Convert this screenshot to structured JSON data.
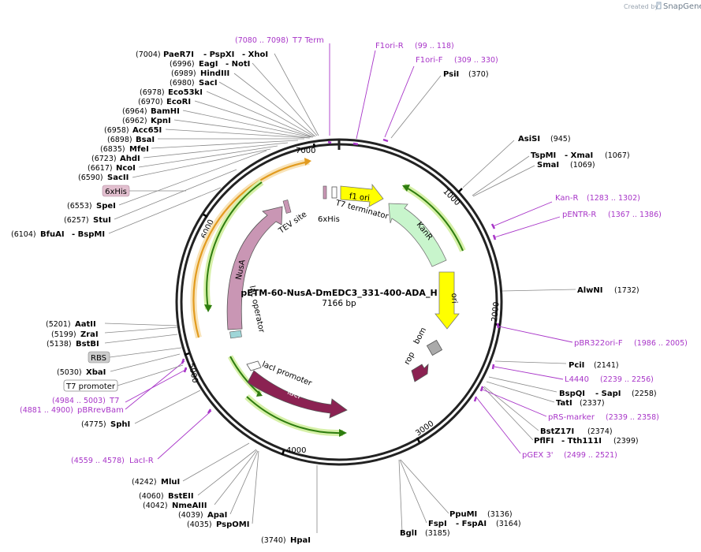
{
  "credit": {
    "created_by": "Created by",
    "brand": "SnapGene"
  },
  "plasmid": {
    "name": "pETM-60-NusA-DmEDC3_331-400-ADA_H",
    "length": "7166 bp"
  },
  "ticks": [
    {
      "label": "1000"
    },
    {
      "label": "2000"
    },
    {
      "label": "3000"
    },
    {
      "label": "4000"
    },
    {
      "label": "5000"
    },
    {
      "label": "6000"
    },
    {
      "label": "7000"
    }
  ],
  "features": {
    "f1_ori": "f1 ori",
    "kanr": "KanR",
    "ori": "ori",
    "rop": "rop",
    "bom": "bom",
    "laci": "lacI",
    "laci_promoter": "lacI promoter",
    "lac_operator": "lac operator",
    "nusa": "NusA",
    "tev_site": "TEV site",
    "his_6x": "6xHis",
    "t7_terminator": "T7 terminator"
  },
  "enzymes_left": [
    {
      "pos": "(7004)",
      "name": "PaeR7I",
      "alt": "- PspXI",
      "alt2": "- XhoI"
    },
    {
      "pos": "(6996)",
      "name": "EagI",
      "alt": "- NotI"
    },
    {
      "pos": "(6989)",
      "name": "HindIII"
    },
    {
      "pos": "(6980)",
      "name": "SacI"
    },
    {
      "pos": "(6978)",
      "name": "Eco53kI"
    },
    {
      "pos": "(6970)",
      "name": "EcoRI"
    },
    {
      "pos": "(6964)",
      "name": "BamHI"
    },
    {
      "pos": "(6962)",
      "name": "KpnI"
    },
    {
      "pos": "(6958)",
      "name": "Acc65I"
    },
    {
      "pos": "(6898)",
      "name": "BsaI"
    },
    {
      "pos": "(6835)",
      "name": "MfeI"
    },
    {
      "pos": "(6723)",
      "name": "AhdI"
    },
    {
      "pos": "(6617)",
      "name": "NcoI"
    },
    {
      "pos": "(6590)",
      "name": "SacII"
    },
    {
      "pos": "(6553)",
      "name": "SpeI"
    },
    {
      "pos": "(6257)",
      "name": "StuI"
    },
    {
      "pos": "(6104)",
      "name": "BfuAI",
      "alt": "- BspMI"
    },
    {
      "pos": "(5201)",
      "name": "AatII"
    },
    {
      "pos": "(5199)",
      "name": "ZraI"
    },
    {
      "pos": "(5138)",
      "name": "BstBI"
    },
    {
      "pos": "(5030)",
      "name": "XbaI"
    },
    {
      "pos": "(4775)",
      "name": "SphI"
    },
    {
      "pos": "(4242)",
      "name": "MluI"
    },
    {
      "pos": "(4060)",
      "name": "BstEII"
    },
    {
      "pos": "(4042)",
      "name": "NmeAIII"
    },
    {
      "pos": "(4039)",
      "name": "ApaI"
    },
    {
      "pos": "(4035)",
      "name": "PspOMI"
    },
    {
      "pos": "(3740)",
      "name": "HpaI"
    }
  ],
  "enzymes_right": [
    {
      "name": "PsiI",
      "pos": "(370)"
    },
    {
      "name": "AsiSI",
      "pos": "(945)"
    },
    {
      "name": "TspMI",
      "alt": "- XmaI",
      "pos": "(1067)"
    },
    {
      "name": "SmaI",
      "pos": "(1069)"
    },
    {
      "name": "AlwNI",
      "pos": "(1732)"
    },
    {
      "name": "PciI",
      "pos": "(2141)"
    },
    {
      "name": "BspQI",
      "alt": "- SapI",
      "pos": "(2258)"
    },
    {
      "name": "TatI",
      "pos": "(2337)"
    },
    {
      "name": "BstZ17I",
      "pos": "(2374)"
    },
    {
      "name": "PflFI",
      "alt": "- Tth111I",
      "pos": "(2399)"
    },
    {
      "name": "PpuMI",
      "pos": "(3136)"
    },
    {
      "name": "FspI",
      "alt": "- FspAI",
      "pos": "(3164)"
    },
    {
      "name": "BglI",
      "pos": "(3185)"
    }
  ],
  "primers": {
    "t7_term": {
      "pos": "(7080 .. 7098)",
      "name": "T7 Term"
    },
    "f1ori_r": {
      "name": "F1ori-R",
      "pos": "(99 .. 118)"
    },
    "f1ori_f": {
      "name": "F1ori-F",
      "pos": "(309 .. 330)"
    },
    "kan_r": {
      "name": "Kan-R",
      "pos": "(1283 .. 1302)"
    },
    "pentr_r": {
      "name": "pENTR-R",
      "pos": "(1367 .. 1386)"
    },
    "pbr322ori_f": {
      "name": "pBR322ori-F",
      "pos": "(1986 .. 2005)"
    },
    "l4440": {
      "name": "L4440",
      "pos": "(2239 .. 2256)"
    },
    "prs_marker": {
      "name": "pRS-marker",
      "pos": "(2339 .. 2358)"
    },
    "pgex3": {
      "name": "pGEX 3'",
      "pos": "(2499 .. 2521)"
    },
    "laci_r": {
      "pos": "(4559 .. 4578)",
      "name": "LacI-R"
    },
    "t7": {
      "pos": "(4984 .. 5003)",
      "name": "T7"
    },
    "pbrrevbam": {
      "pos": "(4881 .. 4900)",
      "name": "pBRrevBam"
    }
  },
  "boxed": {
    "his": "6xHis",
    "rbs": "RBS",
    "t7promoter": "T7 promoter"
  },
  "colors": {
    "primer": "#a835c8",
    "nusa": "#c996b4",
    "laci": "#8b2252",
    "kanr": "#c8f5cc",
    "ori": "#ffff00",
    "f1ori": "#ffff00",
    "orf": "#2e7d0f",
    "orf_glow": "#d6f0a8",
    "orange": "#e29b1f",
    "rop": "#8b2252",
    "bom": "#aaaaaa"
  }
}
